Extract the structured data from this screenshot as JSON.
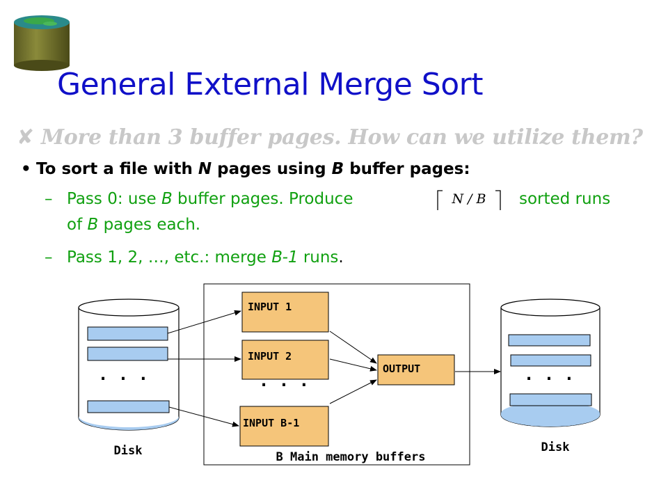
{
  "slide": {
    "title": "General External Merge Sort",
    "question": {
      "marker": "✘",
      "text": "More than 3 buffer pages.  How can we utilize them?"
    },
    "bullet": {
      "pre": "To sort a file with ",
      "n": "N",
      "mid": " pages using ",
      "b": "B",
      "post": " buffer pages:"
    },
    "sub1": {
      "pre": "Pass 0: use ",
      "b": "B",
      "mid": " buffer pages. Produce",
      "formula": "N / B",
      "post": "sorted runs",
      "line2_pre": "of ",
      "line2_b": "B",
      "line2_post": " pages each."
    },
    "sub2": {
      "pre": "Pass 1, 2, …,  etc.: merge ",
      "b1": "B-1",
      "post": " runs",
      "period": "."
    }
  },
  "diagram": {
    "left_disk_label": "Disk",
    "right_disk_label": "Disk",
    "ellipsis": ". . .",
    "inputs": [
      "INPUT 1",
      "INPUT 2",
      "INPUT B-1"
    ],
    "output": "OUTPUT",
    "memory_label": "B Main memory buffers",
    "colors": {
      "buffer_fill": "#f5c57a",
      "disk_page_fill": "#a8ccf0",
      "title": "#1010c8",
      "green": "#10a010"
    }
  }
}
